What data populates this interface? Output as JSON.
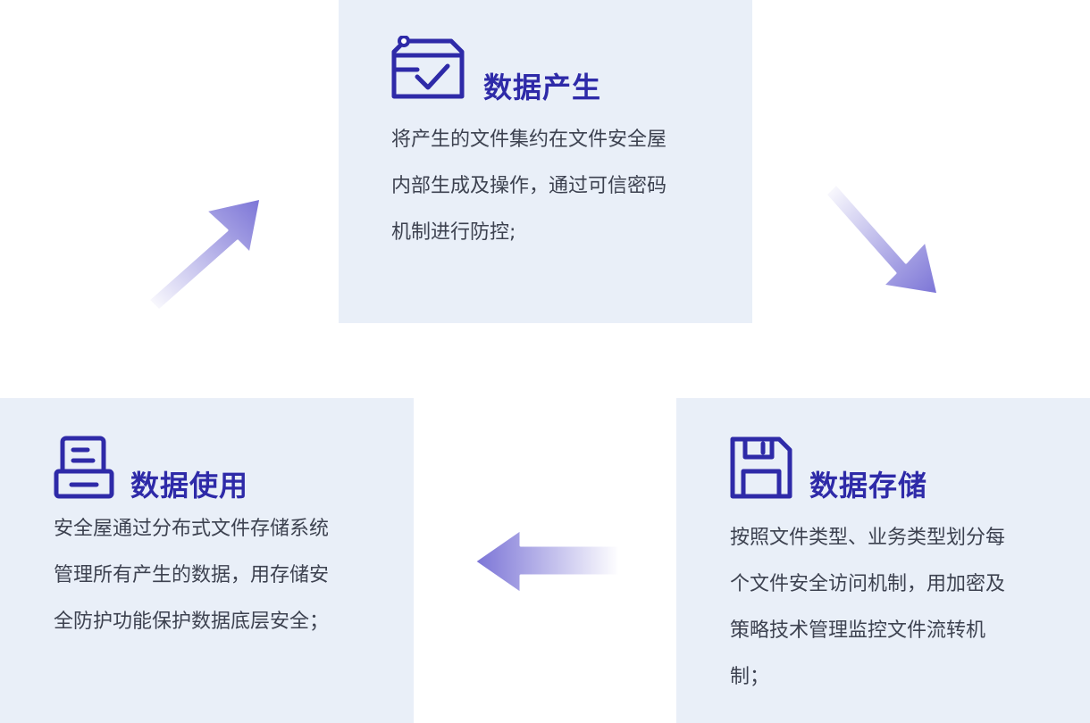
{
  "cards": {
    "produce": {
      "title": "数据产生",
      "icon": "inbox-check-icon",
      "lines": [
        "将产生的文件集约在文件安全屋",
        "内部生成及操作，通过可信密码",
        "机制进行防控;"
      ]
    },
    "store": {
      "title": "数据存储",
      "icon": "floppy-disk-icon",
      "lines": [
        "按照文件类型、业务类型划分每",
        "个文件安全访问机制，用加密及",
        "策略技术管理监控文件流转机",
        "制；"
      ]
    },
    "use": {
      "title": "数据使用",
      "icon": "printer-document-icon",
      "lines": [
        "安全屋通过分布式文件存储系统",
        "管理所有产生的数据，用存储安",
        "全防护功能保护数据底层安全；"
      ]
    }
  },
  "colors": {
    "card_background": "#e9eff8",
    "accent": "#2e2aa8",
    "text": "#3d4250",
    "arrow_start": "#7a73d6"
  }
}
